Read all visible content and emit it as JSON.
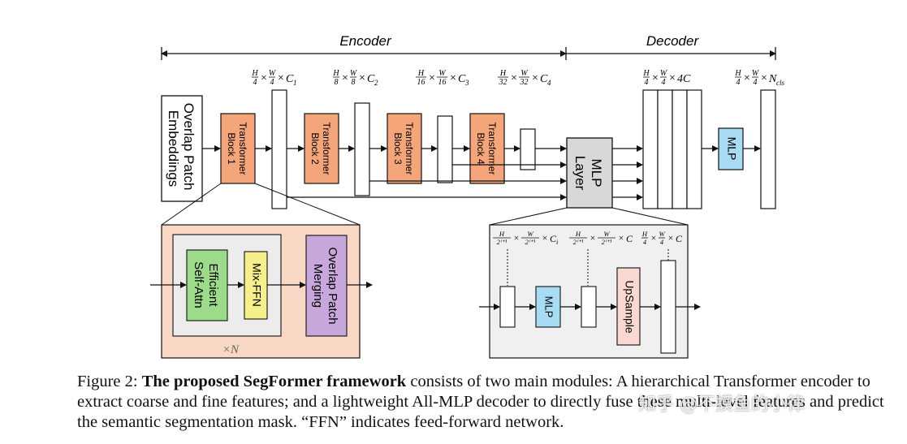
{
  "labels": {
    "encoder": "Encoder",
    "decoder": "Decoder",
    "overlap_patch_embeddings": [
      "Overlap Patch",
      "Embeddings"
    ],
    "transformer_blocks": [
      [
        "Transformer",
        "Block 1"
      ],
      [
        "Transformer",
        "Block 2"
      ],
      [
        "Transformer",
        "Block 3"
      ],
      [
        "Transformer",
        "Block 4"
      ]
    ],
    "mlp_layer": [
      "MLP",
      "Layer"
    ],
    "mlp": "MLP",
    "efficient_self_attn": [
      "Efficient",
      "Self-Attn"
    ],
    "mix_ffn": "Mix-FFN",
    "overlap_patch_merging": [
      "Overlap Patch",
      "Merging"
    ],
    "repeat": "×N",
    "upsample": "UpSample"
  },
  "dims": {
    "stage1": {
      "frac": [
        "H",
        "4",
        "W",
        "4"
      ],
      "ch": "C",
      "sub": "1"
    },
    "stage2": {
      "frac": [
        "H",
        "8",
        "W",
        "8"
      ],
      "ch": "C",
      "sub": "2"
    },
    "stage3": {
      "frac": [
        "H",
        "16",
        "W",
        "16"
      ],
      "ch": "C",
      "sub": "3"
    },
    "stage4": {
      "frac": [
        "H",
        "32",
        "W",
        "32"
      ],
      "ch": "C",
      "sub": "4"
    },
    "decoder_concat": {
      "frac": [
        "H",
        "4",
        "W",
        "4"
      ],
      "ch": "4C",
      "sub": ""
    },
    "decoder_out": {
      "frac": [
        "H",
        "4",
        "W",
        "4"
      ],
      "ch": "N",
      "sub": "cls"
    },
    "detail_in": {
      "frac": [
        "H",
        "2ⁱ⁺¹",
        "W",
        "2ⁱ⁺¹"
      ],
      "ch": "C",
      "sub": "i"
    },
    "detail_mid": {
      "frac": [
        "H",
        "2ⁱ⁺¹",
        "W",
        "2ⁱ⁺¹"
      ],
      "ch": "C",
      "sub": ""
    },
    "detail_out": {
      "frac": [
        "H",
        "4",
        "W",
        "4"
      ],
      "ch": "C",
      "sub": ""
    }
  },
  "caption": {
    "prefix": "Figure 2: ",
    "bold": "The proposed SegFormer framework",
    "rest": " consists of two main modules: A hierarchical Transformer encoder to extract coarse and fine features; and a lightweight All-MLP decoder to directly fuse these multi-level features and predict the semantic segmentation mask. “FFN” indicates feed-forward network."
  },
  "watermark": "知乎 @不摸鱼的小律",
  "colors": {
    "transformer_block": "#f4a67a",
    "mlp": "#a8dcf4",
    "efficient_attn": "#9bdb8a",
    "mix_ffn": "#f7f08a",
    "patch_merging": "#c8a8dc",
    "upsample": "#f8d8d0",
    "detail_left_bg": "#f8d8c4",
    "detail_inner_bg": "#ececec",
    "detail_right_bg": "#f0f0f0",
    "mlp_layer_bg": "#d8d8d8"
  }
}
